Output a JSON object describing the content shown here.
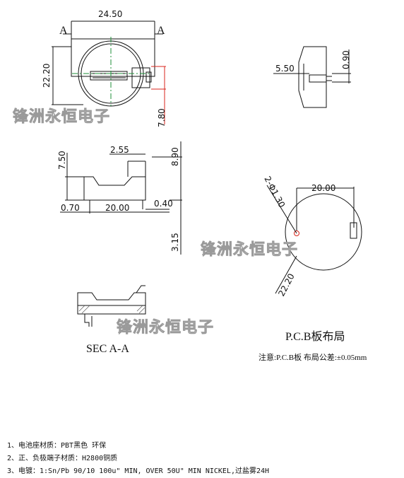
{
  "dimensions": {
    "top_width": "24.50",
    "top_height": "22.20",
    "top_thickness": "7.80",
    "side_pin": "5.50",
    "side_pin_thickness": "0.90",
    "front_height": "7.50",
    "front_depth": "2.55",
    "front_total_height": "8.90",
    "front_left": "0.70",
    "front_span": "20.00",
    "front_right": "0.40",
    "front_pin_length": "3.15",
    "pcb_hole": "2-Φ1.30",
    "pcb_span": "20.00",
    "pcb_diameter": "22.20"
  },
  "section_marks": {
    "left": "A",
    "right": "A"
  },
  "labels": {
    "section": "SEC A-A",
    "pcb_title": "P.C.B板布局",
    "pcb_note": "注意:P.C.B板 布局公差:±0.05mm"
  },
  "watermark": "锋洲永恒电子",
  "notes": [
    "1、电池座材质：PBT黑色 环保",
    "2、正、负极端子材质：H2800铜质",
    "3、电镀：1:Sn/Pb 90/10 100u\" MIN, OVER 50U\" MIN NICKEL,过盐雾24H"
  ],
  "colors": {
    "line": "#111111",
    "dimension": "#d9261c",
    "center": "#1f8f3a",
    "watermark": "#9a9a9a"
  }
}
